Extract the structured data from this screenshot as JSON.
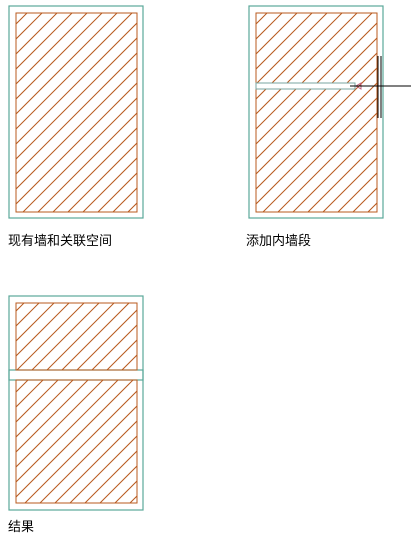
{
  "captions": {
    "existing": "现有墙和关联空间",
    "add_segment": "添加内墙段",
    "result": "结果"
  },
  "colors": {
    "wall_outline": "#5aa899",
    "hatch": "#b85a1e",
    "cursor": "#000000",
    "new_wall": "#7aa6a0",
    "snap_marker": "#c06080"
  }
}
